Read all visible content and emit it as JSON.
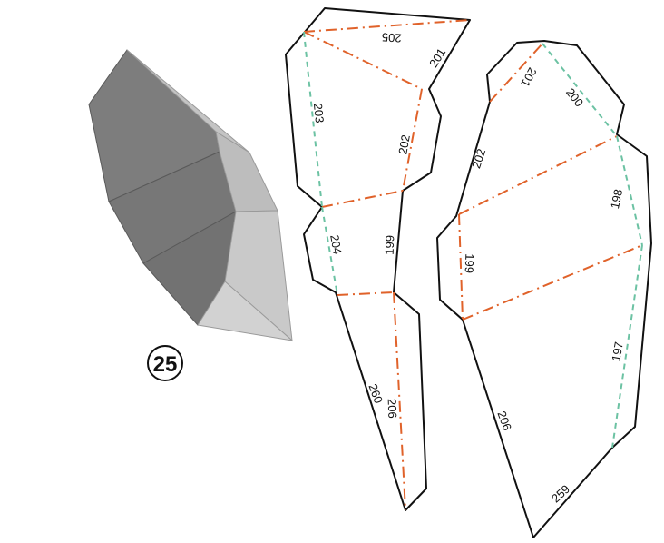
{
  "piece": {
    "number": "25"
  },
  "colors": {
    "cut_line": "#111111",
    "valley_fold": "#e0622a",
    "mountain_fold": "#6cc2a3",
    "shade_dark": "#7a7a7a",
    "shade_light": "#bdbdbd"
  },
  "left_part": {
    "labels": {
      "a": "205",
      "b": "201",
      "c": "203",
      "d": "202",
      "e": "204",
      "f": "199",
      "g": "260",
      "h": "206"
    }
  },
  "right_part": {
    "labels": {
      "a": "201",
      "b": "200",
      "c": "202",
      "d": "198",
      "e": "199",
      "f": "197",
      "g": "206",
      "h": "259"
    }
  }
}
